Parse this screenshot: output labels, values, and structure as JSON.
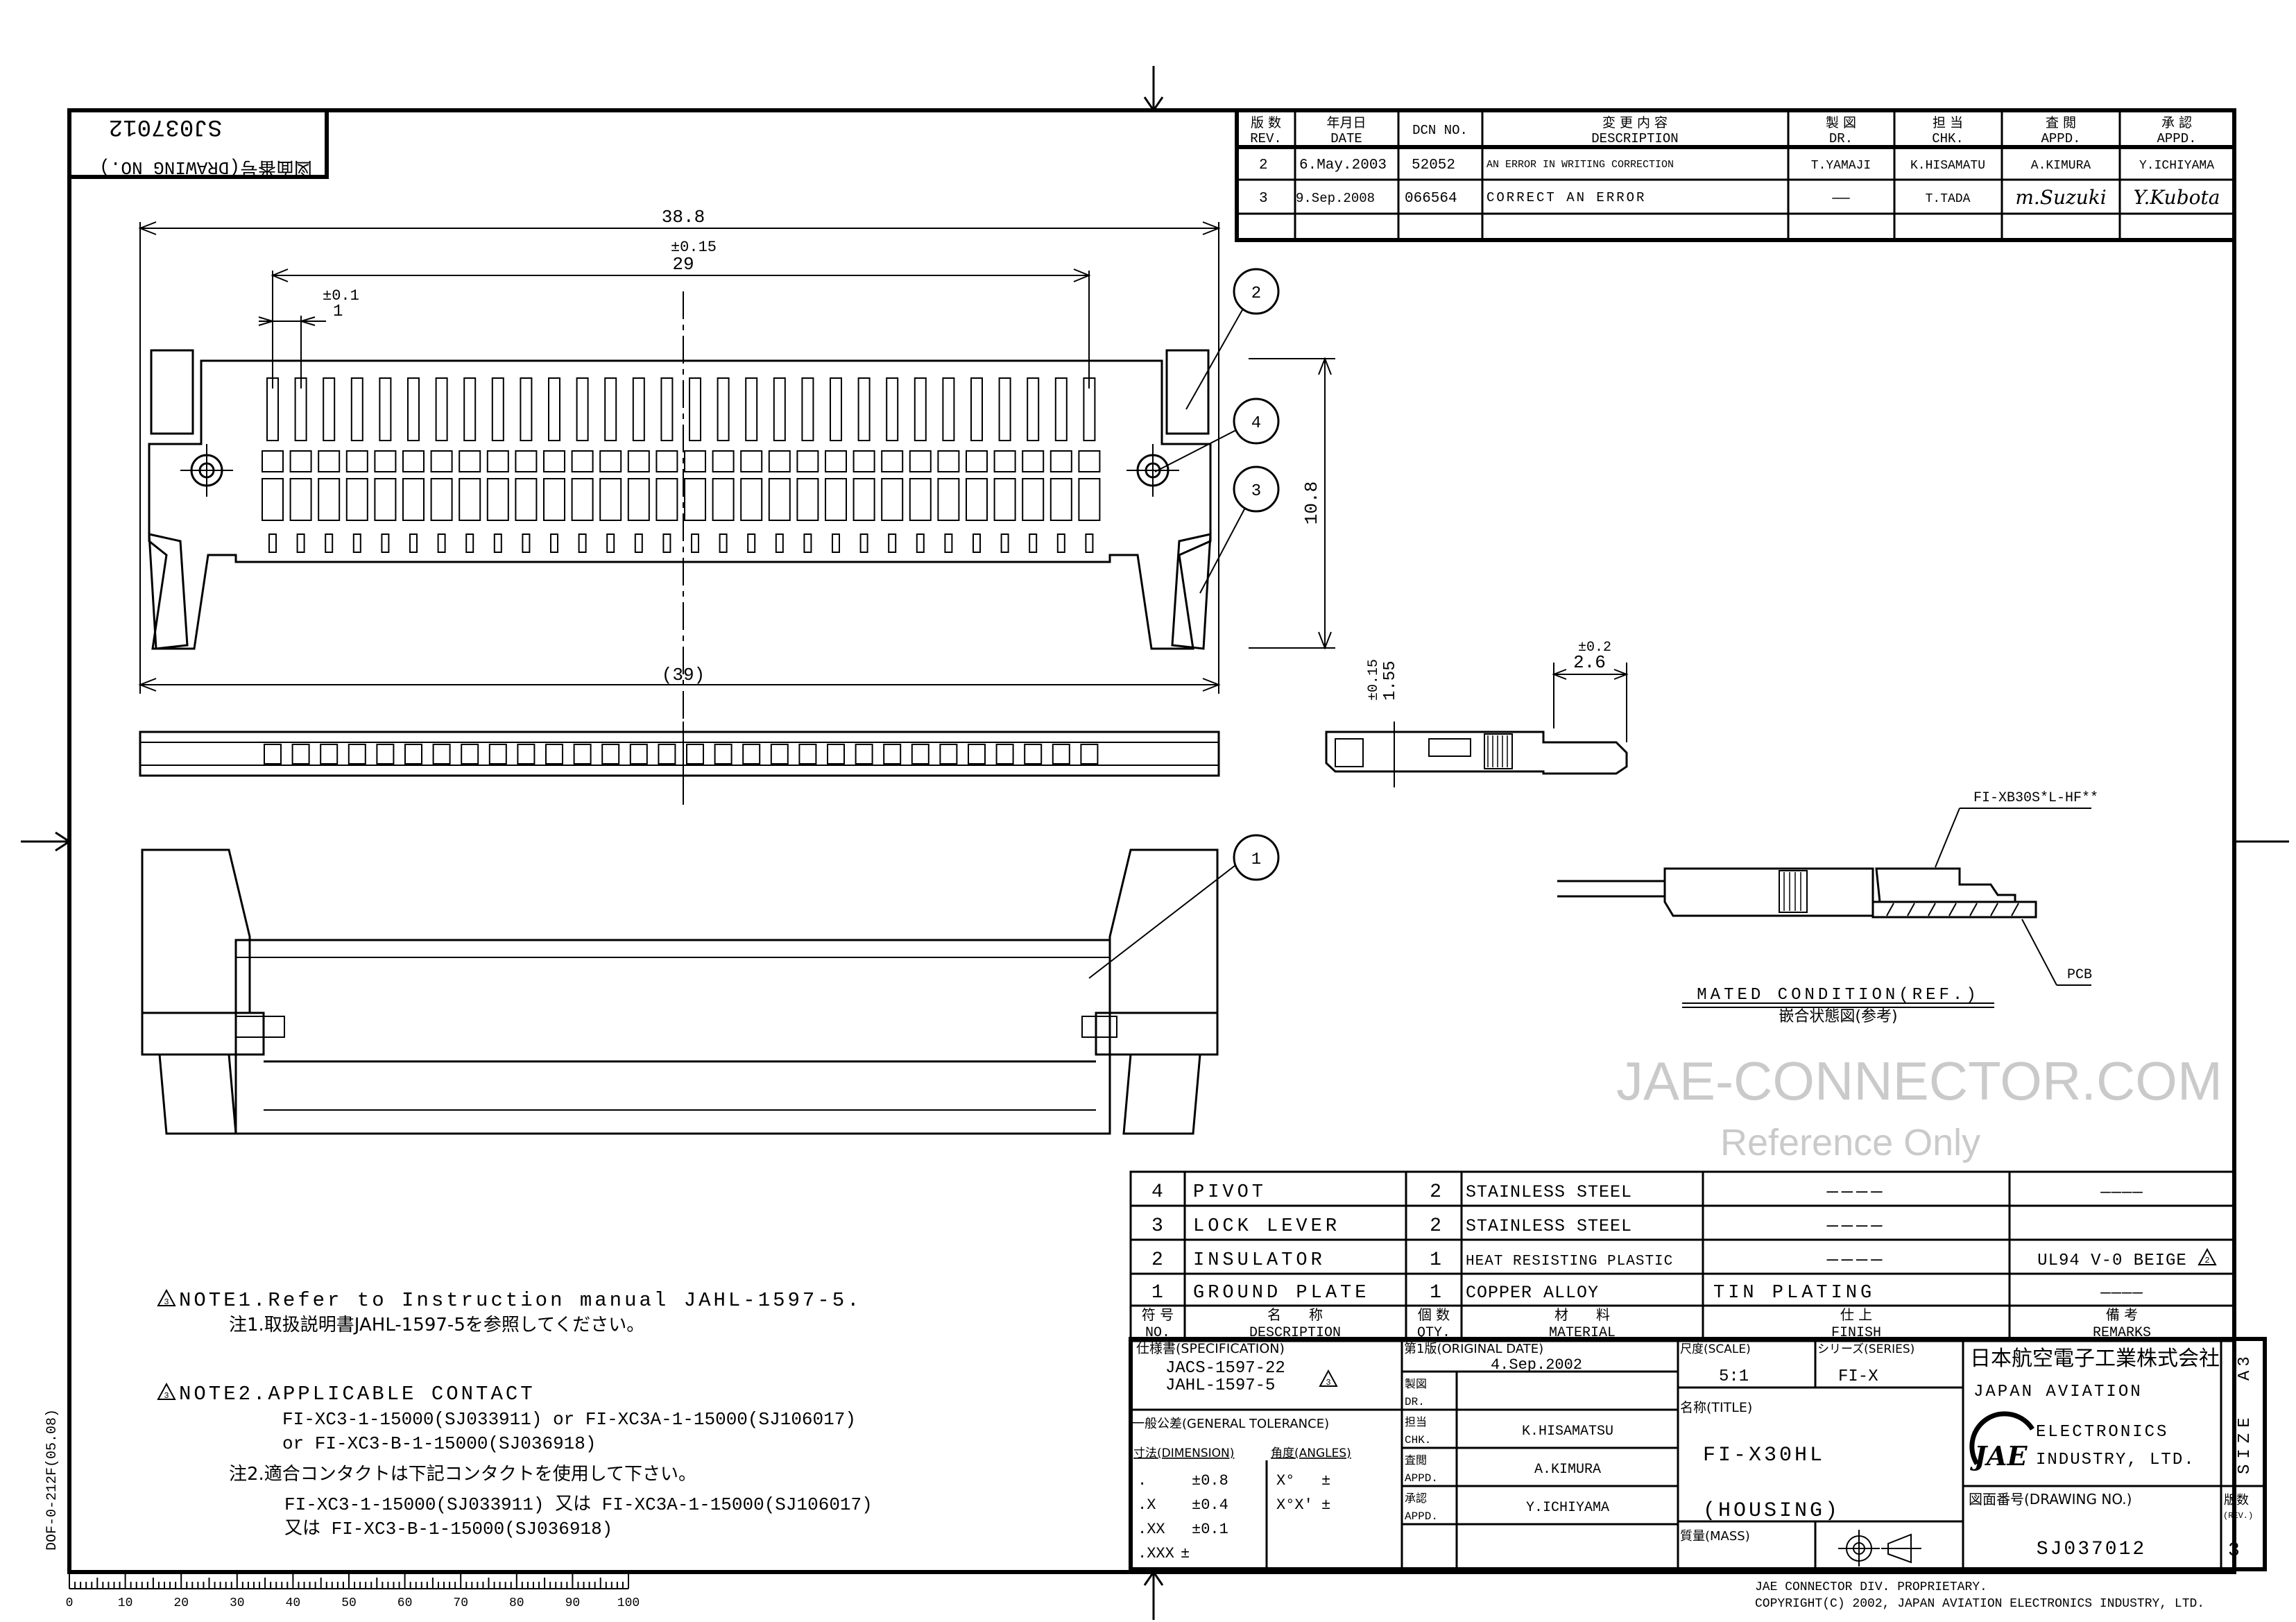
{
  "drawing_number_box": {
    "label": "図面番号(DRAWING NO.)",
    "number": "SJ037012"
  },
  "revision_table": {
    "headers": [
      {
        "jp": "版 数",
        "en": "REV."
      },
      {
        "jp": "年月日",
        "en": "DATE"
      },
      {
        "jp": "",
        "en": "DCN NO."
      },
      {
        "jp": "変 更 内 容",
        "en": "DESCRIPTION"
      },
      {
        "jp": "製 図",
        "en": "DR."
      },
      {
        "jp": "担 当",
        "en": "CHK."
      },
      {
        "jp": "査 閲",
        "en": "APPD."
      },
      {
        "jp": "承 認",
        "en": "APPD."
      }
    ],
    "rows": [
      {
        "rev": "2",
        "date": "6.May.2003",
        "dcn": "52052",
        "description": "AN ERROR IN WRITING CORRECTION",
        "dr": "T.YAMAJI",
        "chk": "K.HISAMATU",
        "appd1": "A.KIMURA",
        "appd2": "Y.ICHIYAMA"
      },
      {
        "rev": "3",
        "date": "9.Sep.2008",
        "dcn": "066564",
        "description": "CORRECT AN ERROR",
        "dr": "——",
        "chk": "T.TADA",
        "appd1": "m.Suzuki",
        "appd2": "Y.Kubota"
      }
    ]
  },
  "dimensions": {
    "overall_width": "38.8",
    "pitch_span_tol": "±0.15",
    "pitch_span": "29",
    "pitch_tol": "±0.1",
    "pitch": "1",
    "depth": "10.8",
    "ref_width": "(39)",
    "height_tol": "±0.15",
    "height": "1.55",
    "protrusion_tol": "±0.2",
    "protrusion": "2.6"
  },
  "callouts": [
    "1",
    "2",
    "3",
    "4"
  ],
  "mated_view": {
    "plug_label": "FI-XB30S*L-HF**",
    "pcb_label": "PCB",
    "caption_en": "MATED CONDITION(REF.)",
    "caption_jp": "嵌合状態図(参考)"
  },
  "notes": {
    "note1_en": "NOTE1.Refer to Instruction manual JAHL-1597-5.",
    "note1_jp": "注1.取扱説明書JAHL-1597-5を参照してください。",
    "note2_en_title": "NOTE2.APPLICABLE CONTACT",
    "note2_en_line1": "FI-XC3-1-15000(SJ033911) or FI-XC3A-1-15000(SJ106017)",
    "note2_en_line2": "or FI-XC3-B-1-15000(SJ036918)",
    "note2_jp_title": "注2.適合コンタクトは下記コンタクトを使用して下さい。",
    "note2_jp_line1": "FI-XC3-1-15000(SJ033911) 又は FI-XC3A-1-15000(SJ106017)",
    "note2_jp_line2": "又は FI-XC3-B-1-15000(SJ036918)",
    "rev_marker": "3"
  },
  "parts_list": {
    "rows": [
      {
        "no": "4",
        "description": "PIVOT",
        "qty": "2",
        "material": "STAINLESS STEEL",
        "finish": "——",
        "remarks": "——"
      },
      {
        "no": "3",
        "description": "LOCK LEVER",
        "qty": "2",
        "material": "STAINLESS STEEL",
        "finish": "——",
        "remarks": ""
      },
      {
        "no": "2",
        "description": "INSULATOR",
        "qty": "1",
        "material": "HEAT RESISTING PLASTIC",
        "finish": "——",
        "remarks": "UL94 V-0 BEIGE"
      },
      {
        "no": "1",
        "description": "GROUND PLATE",
        "qty": "1",
        "material": "COPPER ALLOY",
        "finish": "TIN PLATING",
        "remarks": "——"
      }
    ],
    "headers": [
      {
        "jp": "符 号",
        "en": "NO."
      },
      {
        "jp": "名　　称",
        "en": "DESCRIPTION"
      },
      {
        "jp": "個 数",
        "en": "QTY."
      },
      {
        "jp": "材　　料",
        "en": "MATERIAL"
      },
      {
        "jp": "仕 上",
        "en": "FINISH"
      },
      {
        "jp": "備 考",
        "en": "REMARKS"
      }
    ],
    "remarks_rev_marker": "2"
  },
  "title_block": {
    "spec_label": "仕様書(SPECIFICATION)",
    "spec1": "JACS-1597-22",
    "spec2": "JAHL-1597-5",
    "spec_rev_marker": "3",
    "original_date_label": "第1版(ORIGINAL DATE)",
    "original_date": "4.Sep.2002",
    "dr_label_jp": "製図",
    "dr_label": "DR.",
    "dr": "",
    "chk_label_jp": "担当",
    "chk_label": "CHK.",
    "chk": "K.HISAMATSU",
    "appd1_label_jp": "査閲",
    "appd1_label": "APPD.",
    "appd1": "A.KIMURA",
    "appd2_label_jp": "承認",
    "appd2_label": "APPD.",
    "appd2": "Y.ICHIYAMA",
    "tolerance_label": "一般公差(GENERAL TOLERANCE)",
    "dimension_label": "寸法(DIMENSION)",
    "angles_label": "角度(ANGLES)",
    "tol_rows": [
      {
        "k": ".",
        "v": "±0.8"
      },
      {
        "k": ".X",
        "v": "±0.4"
      },
      {
        "k": ".XX",
        "v": "±0.1"
      },
      {
        "k": ".XXX",
        "v": "±"
      }
    ],
    "angle_rows": [
      {
        "k": "X°",
        "v": "±"
      },
      {
        "k": "X°X'",
        "v": "±"
      }
    ],
    "scale_label": "尺度(SCALE)",
    "scale": "5:1",
    "series_label": "シリーズ(SERIES)",
    "series": "FI-X",
    "title_label": "名称(TITLE)",
    "title": "FI-X30HL",
    "subtitle": "(HOUSING)",
    "mass_label": "質量(MASS)",
    "company_jp": "日本航空電子工業株式会社",
    "company_en1": "JAPAN AVIATION",
    "company_en2": "ELECTRONICS",
    "company_en3": "INDUSTRY, LTD.",
    "logo_text": "JAE",
    "size_label": "SIZE",
    "size": "A3",
    "drawing_no_label": "図面番号(DRAWING NO.)",
    "drawing_no": "SJ037012",
    "rev_label": "版数",
    "rev_label_en": "(REV.)",
    "rev": "3"
  },
  "footer": {
    "proprietary": "JAE CONNECTOR DIV. PROPRIETARY.",
    "copyright": "COPYRIGHT(C) 2002, JAPAN AVIATION ELECTRONICS INDUSTRY, LTD.",
    "form_number": "DOF-0-212F(05.08)"
  },
  "ruler": {
    "labels": [
      "0",
      "10",
      "20",
      "30",
      "40",
      "50",
      "60",
      "70",
      "80",
      "90",
      "100"
    ]
  },
  "watermark": {
    "line1": "JAE-CONNECTOR.COM",
    "line2": "Reference Only"
  }
}
